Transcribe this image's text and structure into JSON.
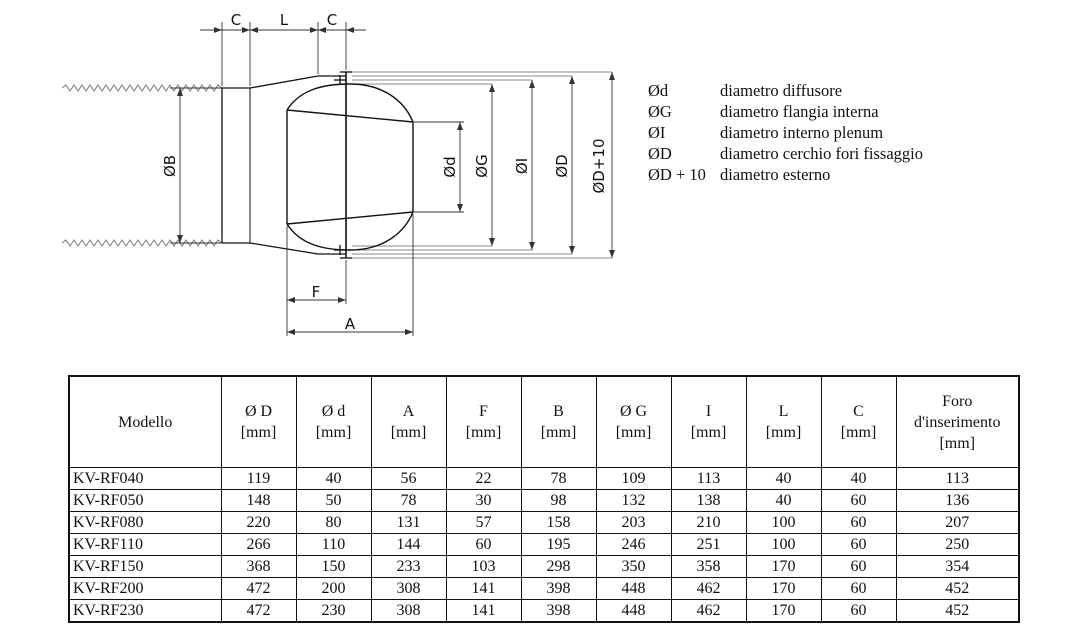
{
  "drawing": {
    "labels": {
      "c1": "C",
      "l": "L",
      "c2": "C",
      "b": "ØB",
      "d": "Ød",
      "g": "ØG",
      "i": "ØI",
      "dd": "ØD",
      "d10": "ØD+10",
      "f": "F",
      "a": "A"
    }
  },
  "legend": [
    {
      "symbol": "Ød",
      "desc": "diametro diffusore"
    },
    {
      "symbol": "ØG",
      "desc": "diametro flangia interna"
    },
    {
      "symbol": "ØI",
      "desc": "diametro interno plenum"
    },
    {
      "symbol": "ØD",
      "desc": "diametro cerchio fori fissaggio"
    },
    {
      "symbol": "ØD + 10",
      "desc": "diametro esterno"
    }
  ],
  "table": {
    "headers": [
      {
        "line1": "Modello",
        "line2": "",
        "line3": ""
      },
      {
        "line1": "Ø D",
        "line2": "[mm]",
        "line3": ""
      },
      {
        "line1": "Ø d",
        "line2": "[mm]",
        "line3": ""
      },
      {
        "line1": "A",
        "line2": "[mm]",
        "line3": ""
      },
      {
        "line1": "F",
        "line2": "[mm]",
        "line3": ""
      },
      {
        "line1": "B",
        "line2": "[mm]",
        "line3": ""
      },
      {
        "line1": "Ø G",
        "line2": "[mm]",
        "line3": ""
      },
      {
        "line1": "I",
        "line2": "[mm]",
        "line3": ""
      },
      {
        "line1": "L",
        "line2": "[mm]",
        "line3": ""
      },
      {
        "line1": "C",
        "line2": "[mm]",
        "line3": ""
      },
      {
        "line1": "Foro",
        "line2": "d'inserimento",
        "line3": "[mm]"
      }
    ],
    "rows": [
      [
        "KV-RF040",
        "119",
        "40",
        "56",
        "22",
        "78",
        "109",
        "113",
        "40",
        "40",
        "113"
      ],
      [
        "KV-RF050",
        "148",
        "50",
        "78",
        "30",
        "98",
        "132",
        "138",
        "40",
        "60",
        "136"
      ],
      [
        "KV-RF080",
        "220",
        "80",
        "131",
        "57",
        "158",
        "203",
        "210",
        "100",
        "60",
        "207"
      ],
      [
        "KV-RF110",
        "266",
        "110",
        "144",
        "60",
        "195",
        "246",
        "251",
        "100",
        "60",
        "250"
      ],
      [
        "KV-RF150",
        "368",
        "150",
        "233",
        "103",
        "298",
        "350",
        "358",
        "170",
        "60",
        "354"
      ],
      [
        "KV-RF200",
        "472",
        "200",
        "308",
        "141",
        "398",
        "448",
        "462",
        "170",
        "60",
        "452"
      ],
      [
        "KV-RF230",
        "472",
        "230",
        "308",
        "141",
        "398",
        "448",
        "462",
        "170",
        "60",
        "452"
      ]
    ]
  }
}
